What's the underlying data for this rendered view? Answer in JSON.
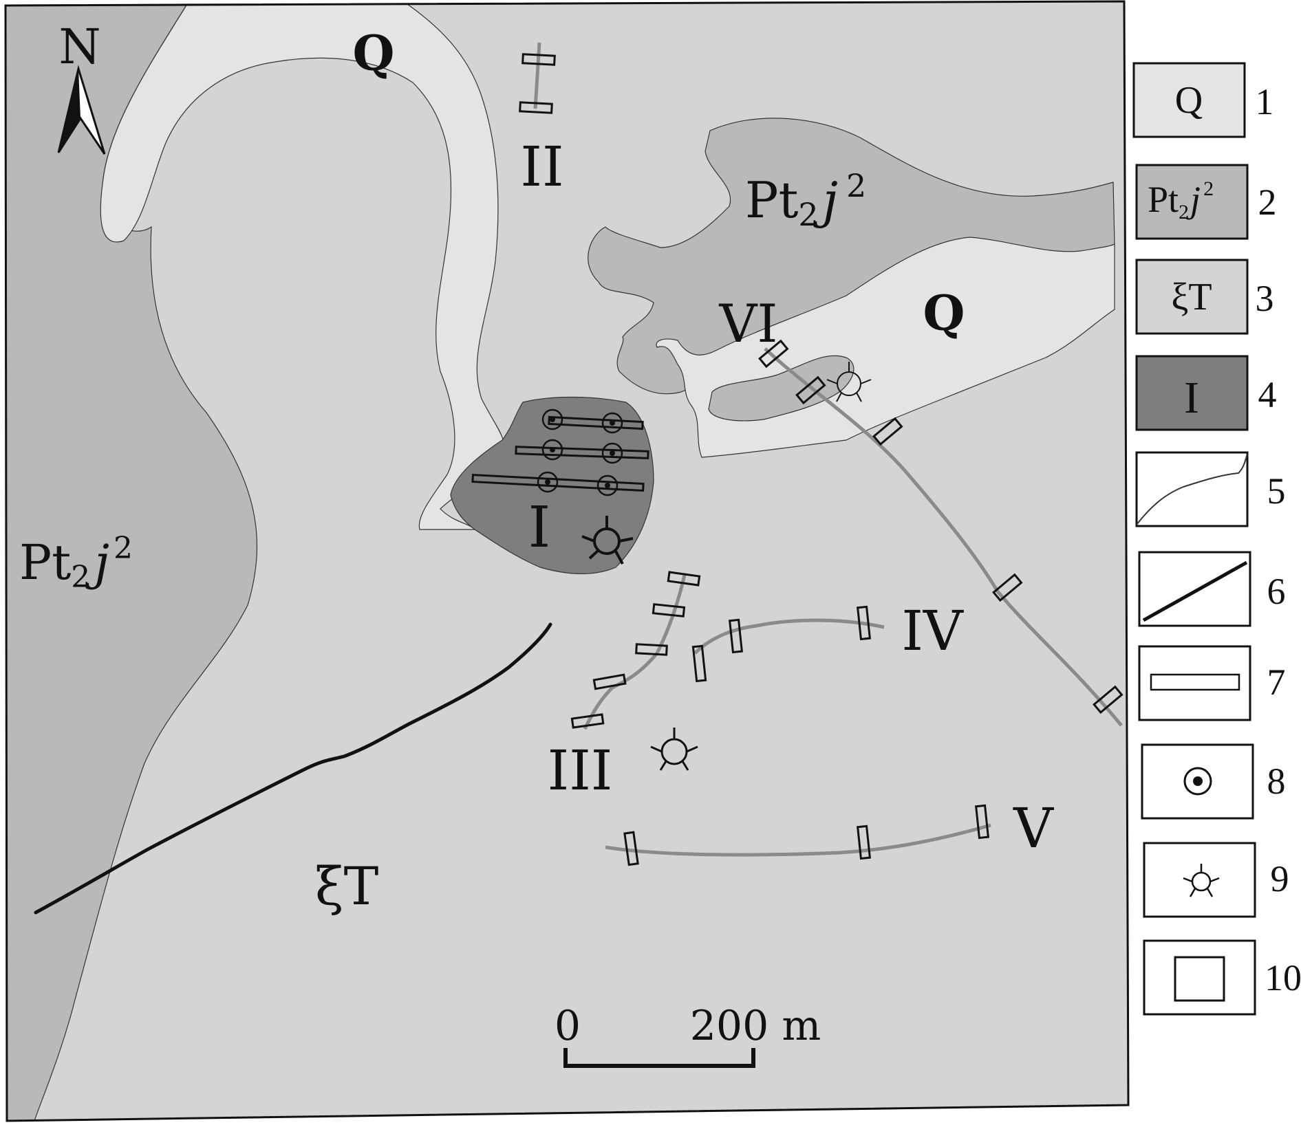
{
  "map": {
    "north_label": "N",
    "unit_labels": {
      "q_north": "Q",
      "q_east": "Q",
      "pt_west_main": "Pt",
      "pt_west_sub": "2",
      "pt_west_j": "j",
      "pt_west_sup": "2",
      "pt_north_main": "Pt",
      "pt_north_sub": "2",
      "pt_north_j": "j",
      "pt_north_sup": "2",
      "xi_t": "ξT",
      "orebody_i": "I"
    },
    "profile_labels": {
      "ii": "II",
      "iii": "III",
      "iv": "IV",
      "v": "V",
      "vi": "VI"
    },
    "scale_bar": {
      "start_label": "0",
      "end_label": "200 m"
    },
    "colors": {
      "q": "#e4e4e4",
      "pt": "#b9b9b9",
      "xi_t": "#d4d4d4",
      "orebody": "#7e7e7e",
      "profile_line": "#8a8a8a",
      "fault": "#111111"
    }
  },
  "legend": {
    "items": [
      {
        "number": "1",
        "symbol_text": "Q"
      },
      {
        "number": "2",
        "symbol_main": "Pt",
        "symbol_sub": "2",
        "symbol_j": "j",
        "symbol_sup": "2"
      },
      {
        "number": "3",
        "symbol_text": "ξT"
      },
      {
        "number": "4",
        "symbol_text": "I"
      },
      {
        "number": "5",
        "symbol_icon": "boundary-curve-icon"
      },
      {
        "number": "6",
        "symbol_icon": "fault-line-icon"
      },
      {
        "number": "7",
        "symbol_icon": "trench-icon"
      },
      {
        "number": "8",
        "symbol_icon": "drill-hole-icon"
      },
      {
        "number": "9",
        "symbol_icon": "sample-point-icon"
      },
      {
        "number": "10",
        "symbol_icon": "square-outline-icon"
      }
    ]
  }
}
